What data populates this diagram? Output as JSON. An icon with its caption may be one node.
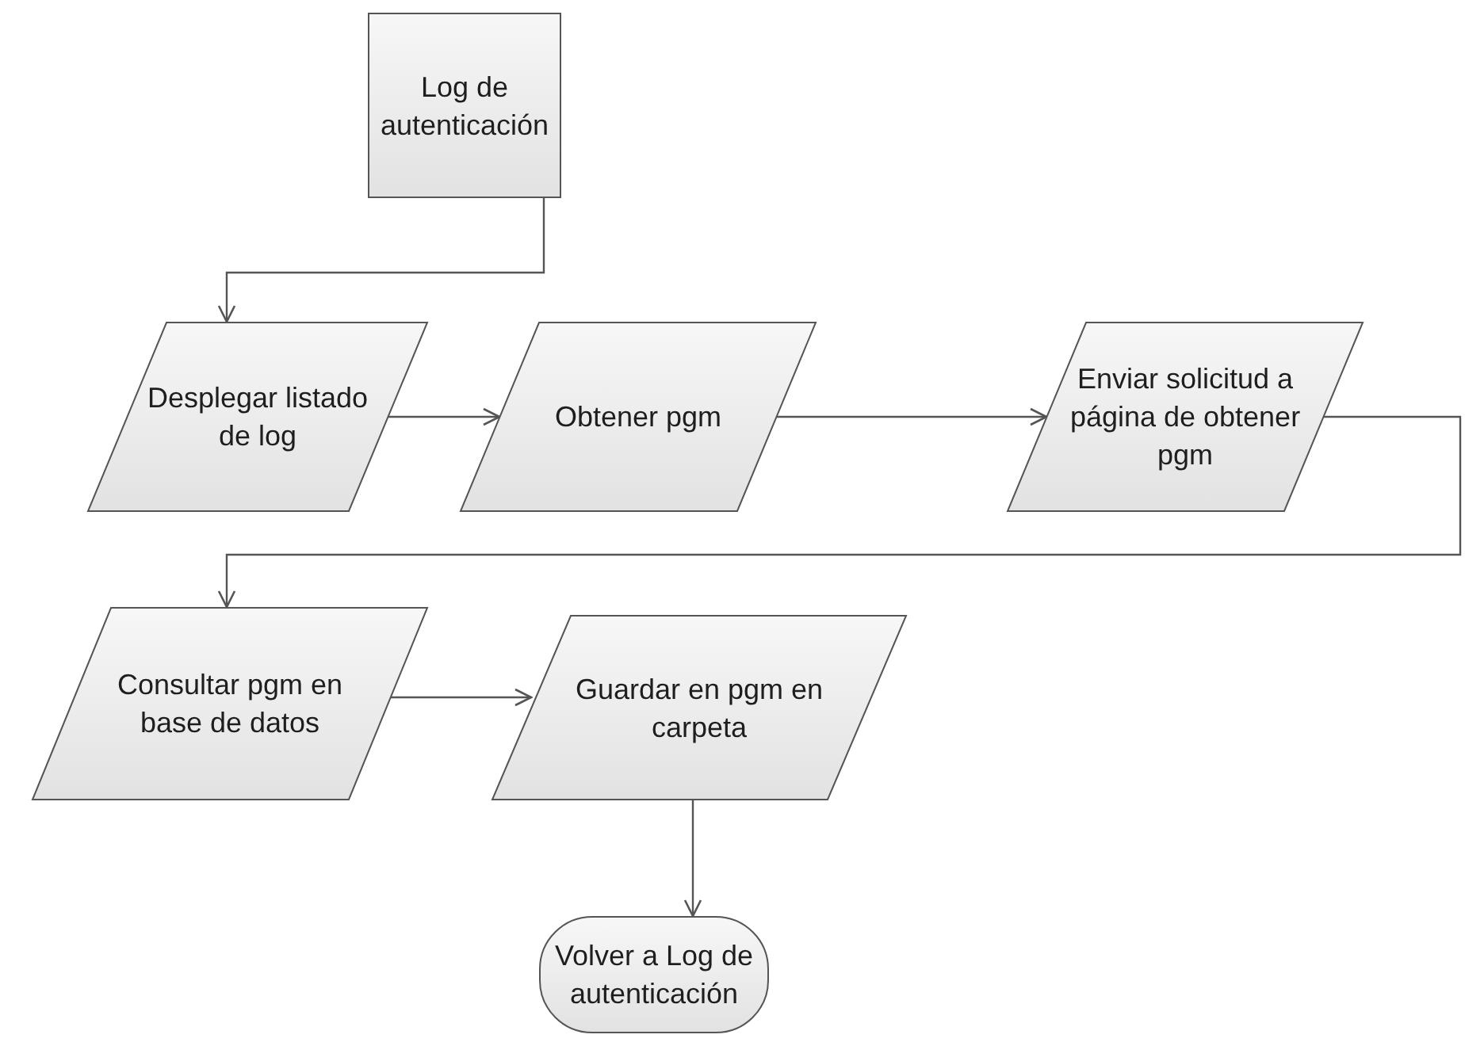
{
  "diagram": {
    "nodes": [
      {
        "text": [
          "Log de autenticación"
        ]
      },
      {
        "text": [
          "Desplegar listado de log"
        ]
      },
      {
        "text": [
          "Obtener pgm"
        ]
      },
      {
        "text": [
          "Enviar solicitud a página de obtener pgm"
        ]
      },
      {
        "text": [
          "Consultar pgm en base de datos"
        ]
      },
      {
        "text": [
          "Guardar en pgm en carpeta"
        ]
      },
      {
        "text": [
          "Volver a Log de autenticación"
        ]
      }
    ],
    "edges": [
      {
        "from": 0,
        "to": 1,
        "arrow": "to"
      },
      {
        "from": 1,
        "to": 2,
        "arrow": "to"
      },
      {
        "from": 2,
        "to": 3,
        "arrow": "to"
      },
      {
        "from": 3,
        "to": 4,
        "arrow": "to"
      },
      {
        "from": 4,
        "to": 5,
        "arrow": "to"
      },
      {
        "from": 5,
        "to": 6,
        "arrow": "to"
      }
    ]
  }
}
